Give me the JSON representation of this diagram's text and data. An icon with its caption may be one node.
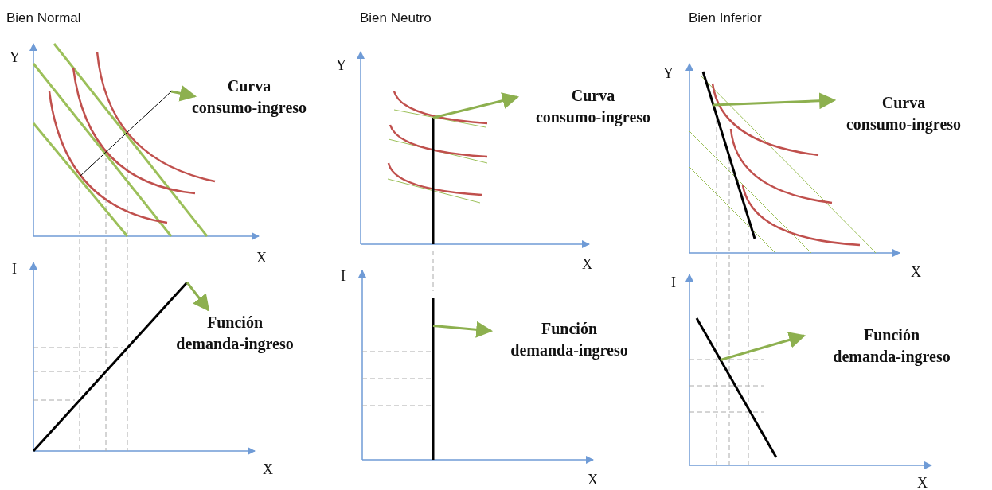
{
  "diagram": {
    "nodes": [
      {
        "text": [
          "Curva consumo-ingreso"
        ]
      },
      {
        "text": [],
        "shape": "line"
      },
      {
        "text": [
          "Función demanda-ingreso"
        ]
      },
      {
        "text": [],
        "shape": "line"
      },
      {
        "text": [
          "Curva consumo-ingreso"
        ]
      },
      {
        "text": [],
        "shape": "line"
      },
      {
        "text": [
          "Función demanda-ingreso"
        ]
      },
      {
        "text": [],
        "shape": "line"
      },
      {
        "text": [
          "Curva consumo-ingreso"
        ]
      },
      {
        "text": [],
        "shape": "line"
      },
      {
        "text": [
          "Función demanda-ingreso"
        ]
      },
      {
        "text": [],
        "shape": "line"
      }
    ],
    "edges": [
      {
        "from": 1,
        "to": 0,
        "arrow": "to",
        "color": "#8db04f"
      },
      {
        "from": 3,
        "to": 2,
        "arrow": "to",
        "color": "#8db04f"
      },
      {
        "from": 5,
        "to": 4,
        "arrow": "to",
        "color": "#8db04f"
      },
      {
        "from": 7,
        "to": 6,
        "arrow": "to",
        "color": "#8db04f"
      },
      {
        "from": 9,
        "to": 8,
        "arrow": "to",
        "color": "#8db04f"
      },
      {
        "from": 11,
        "to": 10,
        "arrow": "to",
        "color": "#8db04f"
      }
    ],
    "labels": [
      "Bien Normal",
      "Y",
      "X",
      "I",
      "X",
      "Bien Neutro",
      "Y",
      "X",
      "I",
      "X",
      "Bien Inferior",
      "Y",
      "X",
      "I",
      "X"
    ]
  }
}
